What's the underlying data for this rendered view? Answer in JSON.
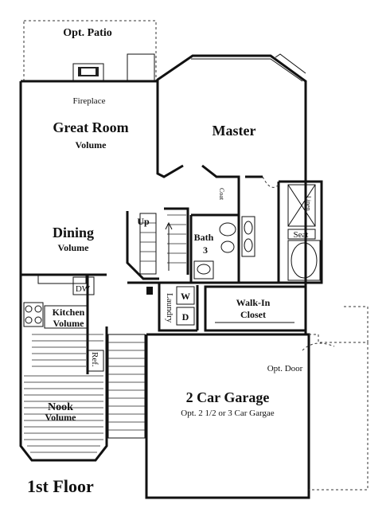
{
  "rooms": {
    "patio": "Opt. Patio",
    "fireplace": "Fireplace",
    "great_room": "Great Room",
    "great_room_sub": "Volume",
    "master": "Master",
    "dining": "Dining",
    "dining_sub": "Volume",
    "kitchen": "Kitchen",
    "kitchen_sub": "Volume",
    "nook": "Nook",
    "nook_sub": "Volume",
    "bath": "Bath",
    "bath_num": "3",
    "walkin": "Walk-In",
    "walkin_sub": "Closet",
    "garage": "2 Car Garage",
    "garage_sub": "Opt. 2 1/2 or 3 Car Gargae",
    "opt_door": "Opt. Door",
    "up": "Up",
    "linen": "Linen",
    "coat": "Coat",
    "seat": "Seat",
    "dw": "DW",
    "ref": "Ref.",
    "laundry": "Laundry",
    "w": "W",
    "d": "D"
  },
  "floor_label": "1st Floor"
}
